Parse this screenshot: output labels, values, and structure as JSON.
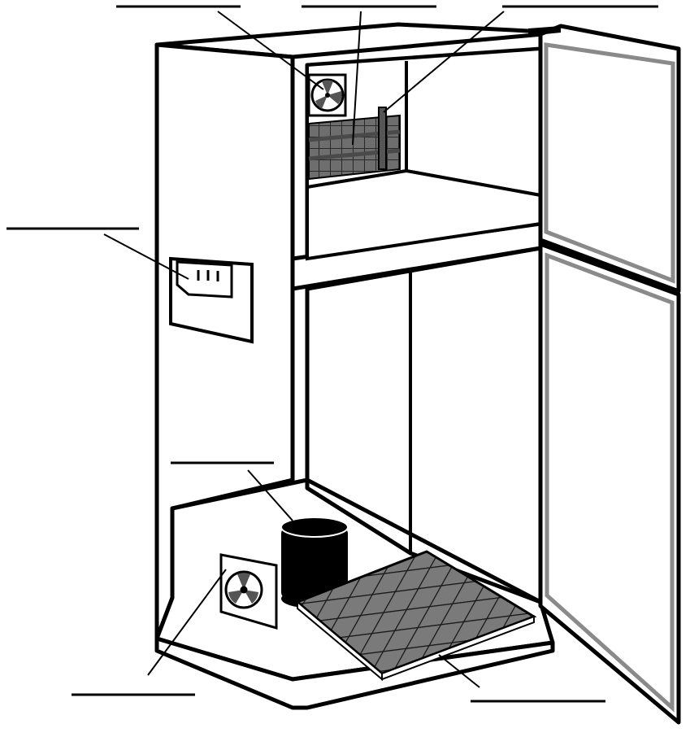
{
  "figure": {
    "subject": "refrigerator-cutaway-labeling-worksheet",
    "background": "#ffffff",
    "line_color": "#000000",
    "coil_fill": "#6e6e6e",
    "coil_stripe": "#4a4a4a",
    "door_trim": "#8a8a8a"
  },
  "labels": [
    {
      "id": "evaporator-fan",
      "text": ""
    },
    {
      "id": "evaporator-coils",
      "text": ""
    },
    {
      "id": "defrost-heater",
      "text": ""
    },
    {
      "id": "temperature-control",
      "text": ""
    },
    {
      "id": "compressor",
      "text": ""
    },
    {
      "id": "condenser-fan",
      "text": ""
    },
    {
      "id": "condenser-coils",
      "text": ""
    }
  ]
}
